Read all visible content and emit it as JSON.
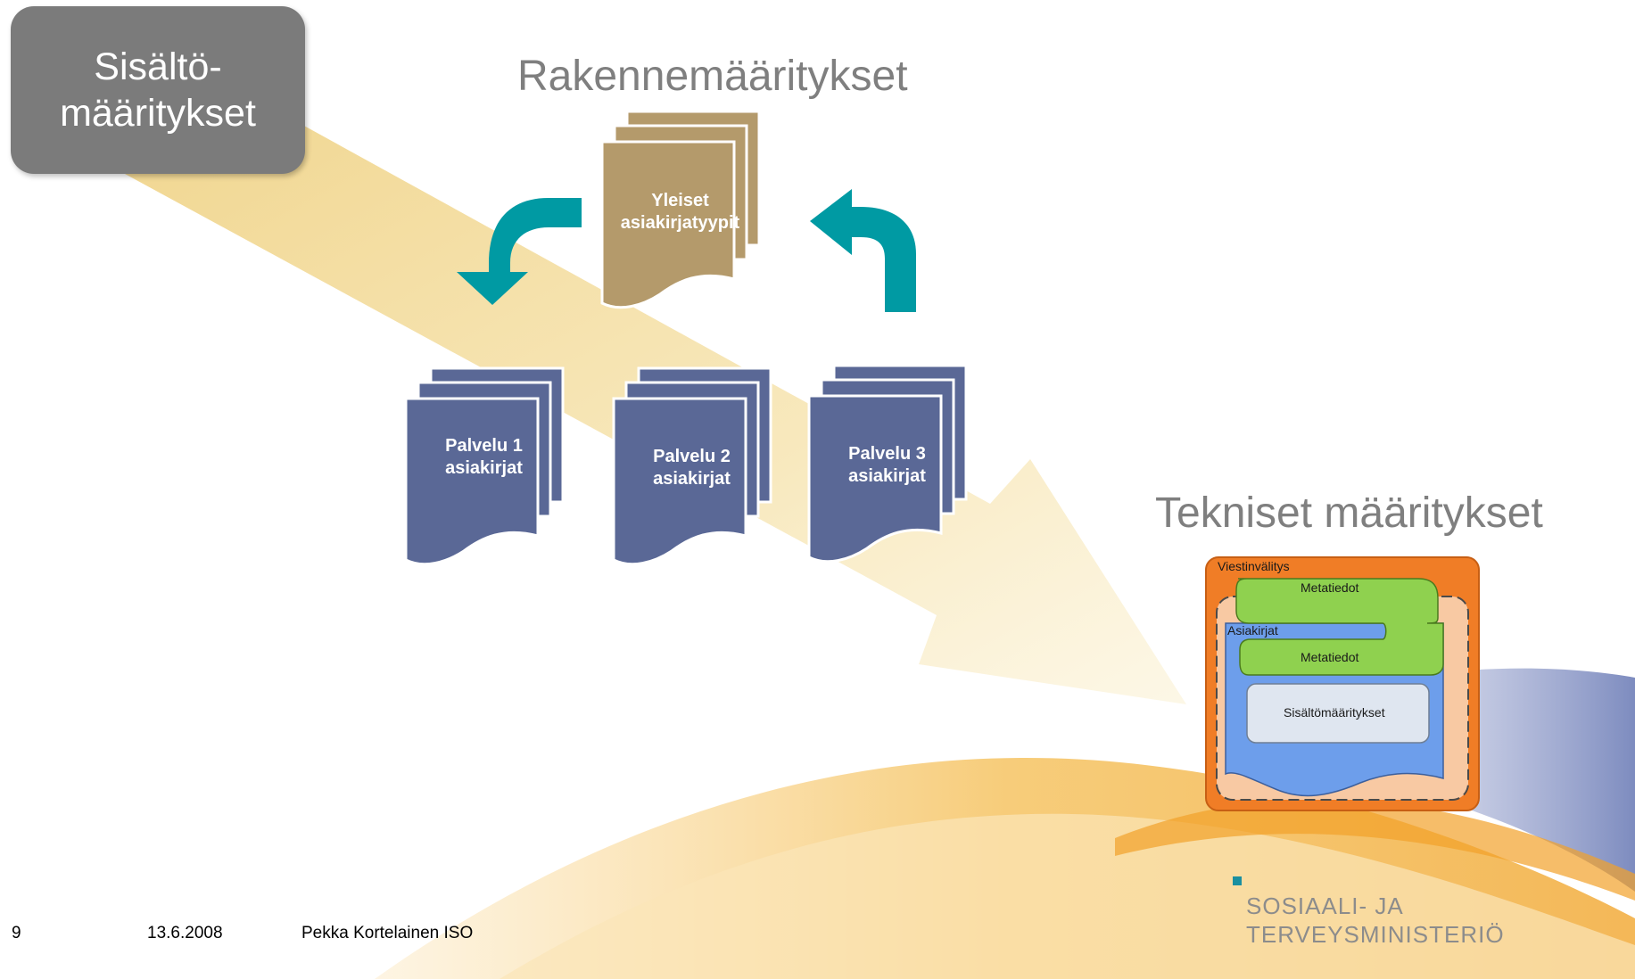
{
  "title_box": {
    "line1": "Sisältö-",
    "line2": "määritykset"
  },
  "headings": {
    "structure": "Rakennemääritykset",
    "technical": "Tekniset määritykset"
  },
  "general_doc": {
    "line1": "Yleiset",
    "line2": "asiakirjatyypit"
  },
  "service_docs": [
    {
      "line1": "Palvelu 1",
      "line2": "asiakirjat"
    },
    {
      "line1": "Palvelu 2",
      "line2": "asiakirjat"
    },
    {
      "line1": "Palvelu 3",
      "line2": "asiakirjat"
    }
  ],
  "technical_diagram": {
    "outer_label": "Viestinvälitys",
    "metadata_top": "Metatiedot",
    "inner_label": "Asiakirjat",
    "metadata_bottom": "Metatiedot",
    "content_label": "Sisältömääritykset"
  },
  "footer": {
    "slide_number": "9",
    "date": "13.6.2008",
    "author": "Pekka Kortelainen ISO"
  },
  "logo": {
    "line1": "SOSIAALI- JA",
    "line2": "TERVEYSMINISTERIÖ"
  },
  "colors": {
    "title_box": "#7b7b7b",
    "general_doc": "#b49a6b",
    "service_doc": "#5a6896",
    "arrow": "#009aa3",
    "outer": "#f07d26",
    "metadata": "#8fd14f",
    "documents": "#6d9eeb",
    "content": "#dfe6f0"
  }
}
